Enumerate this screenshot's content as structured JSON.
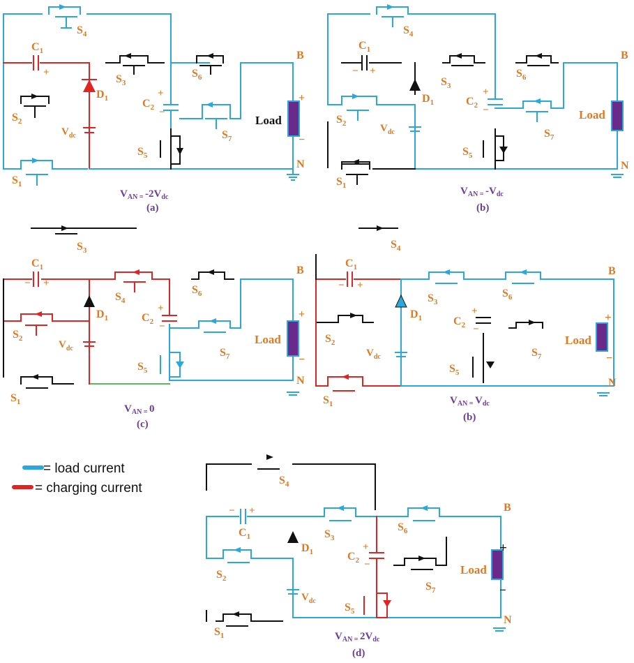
{
  "colors": {
    "load_current": "#2aa8dc",
    "charging_current": "#e02424",
    "inactive": "#111111",
    "load_fill": "#6a2a8c",
    "label": "#e07a22",
    "caption": "#6a3d9a"
  },
  "legend": {
    "load": "= load current",
    "charging": "= charging current"
  },
  "labels": {
    "S1": "S",
    "S2": "S",
    "S3": "S",
    "S4": "S",
    "S5": "S",
    "S6": "S",
    "S7": "S",
    "sub1": "1",
    "sub2": "2",
    "sub3": "3",
    "sub4": "4",
    "sub5": "5",
    "sub6": "6",
    "sub7": "7",
    "C": "C",
    "D": "D",
    "V": "V",
    "dc": "dc",
    "B": "B",
    "N": "N",
    "load": "Load",
    "plus": "+",
    "minus": "−"
  },
  "panels": {
    "a": {
      "caption_v": "V",
      "caption_sub": "AN = ",
      "caption_val": "-2V",
      "caption_dc": "dc",
      "letter": "(a)"
    },
    "b": {
      "caption_v": "V",
      "caption_sub": "AN = ",
      "caption_val": "-V",
      "caption_dc": "dc",
      "letter": "(b)"
    },
    "c": {
      "caption_v": "V",
      "caption_sub": "AN = ",
      "caption_val": "0",
      "caption_dc": "",
      "letter": "(c)"
    },
    "b2": {
      "caption_v": "V",
      "caption_sub": "AN = ",
      "caption_val": "V",
      "caption_dc": "dc",
      "letter": "(b)"
    },
    "d": {
      "caption_v": "V",
      "caption_sub": "AN = ",
      "caption_val": "2V",
      "caption_dc": "dc",
      "letter": "(d)"
    }
  }
}
